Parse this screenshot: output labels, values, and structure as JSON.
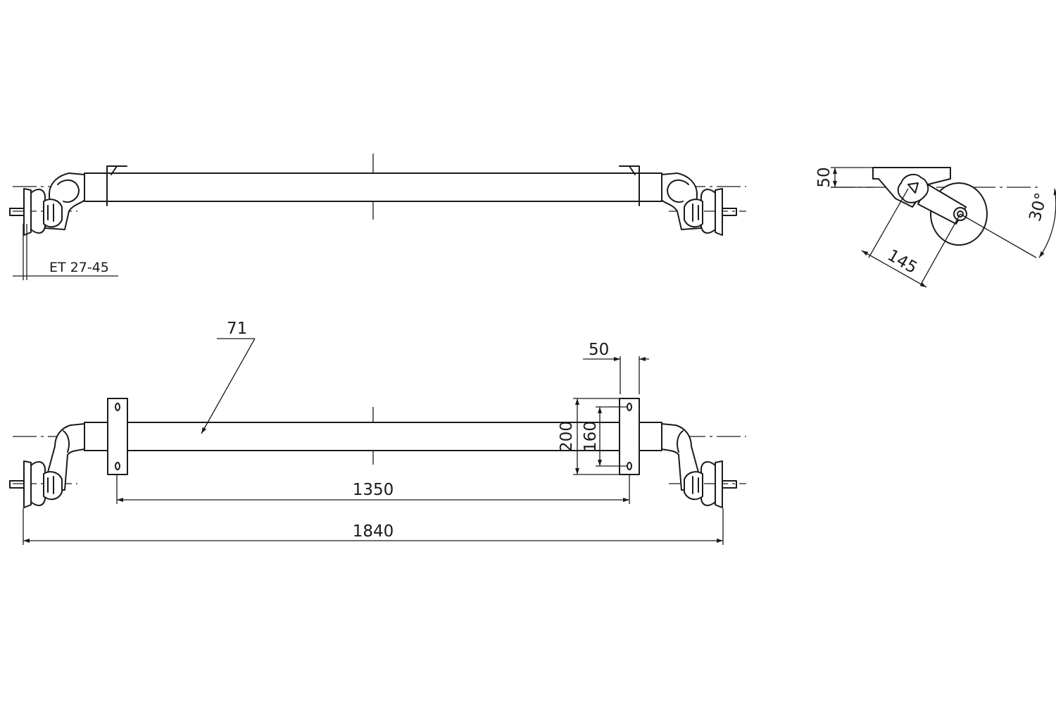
{
  "dimensions": {
    "offset_label": "ET 27-45",
    "tube_size": "71",
    "bracket_width": "50",
    "bracket_height": "200",
    "hole_spacing": "160",
    "mount_spacing": "1350",
    "overall_width": "1840",
    "side_height": "50",
    "arm_length": "145",
    "arm_angle": "30°"
  }
}
